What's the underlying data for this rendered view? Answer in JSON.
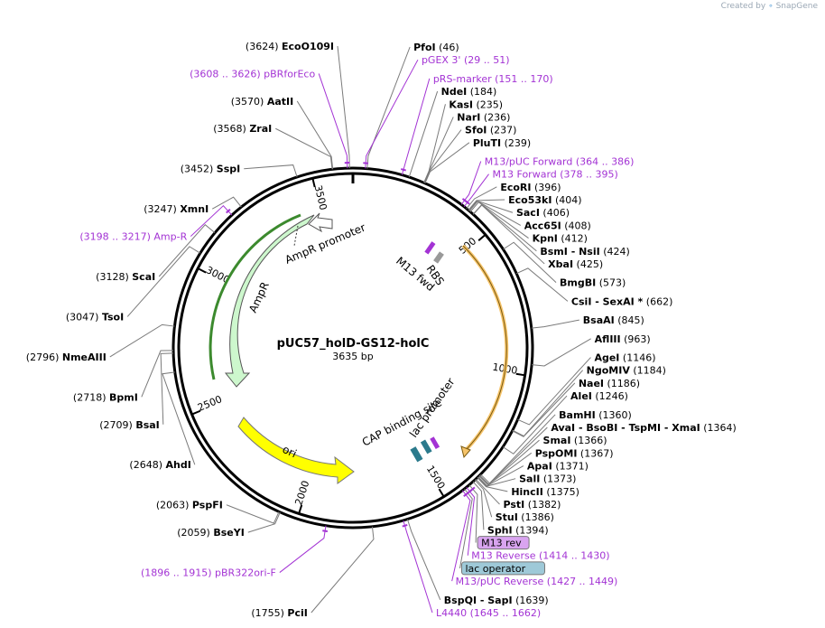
{
  "credit": {
    "prefix": "Created by",
    "brand": "SnapGene"
  },
  "plasmid": {
    "name": "pUC57_holD-GS12-holC",
    "length_label": "3635 bp",
    "length": 3635
  },
  "ticks": [
    "500",
    "1000",
    "1500",
    "2000",
    "2500",
    "3000",
    "3500"
  ],
  "features": {
    "ampr": "AmpR",
    "ampr_promoter": "AmpR promoter",
    "ori": "ori",
    "m13_fwd": "M13 fwd",
    "rbs": "RBS",
    "cap": "CAP binding site",
    "lac_promoter": "lac promoter"
  },
  "colors": {
    "ampr": "#cdf7cd",
    "ampr_stroke": "#3c8a2e",
    "ori": "#ffff00",
    "orf": "#f6c46a",
    "purple": "#a333d4",
    "lac_op": "#9ec9d8",
    "m13rev": "#d9a4f0"
  },
  "sites": [
    {
      "side": "l",
      "anchor": 3624,
      "pre": "(3624)",
      "name": "EcoO109I",
      "post": "",
      "color": "k"
    },
    {
      "side": "l",
      "anchor": 3617,
      "pre": "(3608 .. 3626)",
      "name": "pBRforEco",
      "post": "",
      "color": "p"
    },
    {
      "side": "l",
      "anchor": 3570,
      "pre": "(3570)",
      "name": "AatII",
      "post": "",
      "color": "k"
    },
    {
      "side": "l",
      "anchor": 3568,
      "pre": "(3568)",
      "name": "ZraI",
      "post": "",
      "color": "k"
    },
    {
      "side": "l",
      "anchor": 3452,
      "pre": "(3452)",
      "name": "SspI",
      "post": "",
      "color": "k"
    },
    {
      "side": "l",
      "anchor": 3247,
      "pre": "(3247)",
      "name": "XmnI",
      "post": "",
      "color": "k"
    },
    {
      "side": "l",
      "anchor": 3207,
      "pre": "(3198 .. 3217)",
      "name": "Amp-R",
      "post": "",
      "color": "p"
    },
    {
      "side": "l",
      "anchor": 3128,
      "pre": "(3128)",
      "name": "ScaI",
      "post": "",
      "color": "k"
    },
    {
      "side": "l",
      "anchor": 3047,
      "pre": "(3047)",
      "name": "TsoI",
      "post": "",
      "color": "k"
    },
    {
      "side": "l",
      "anchor": 2796,
      "pre": "(2796)",
      "name": "NmeAIII",
      "post": "",
      "color": "k"
    },
    {
      "side": "l",
      "anchor": 2718,
      "pre": "(2718)",
      "name": "BpmI",
      "post": "",
      "color": "k"
    },
    {
      "side": "l",
      "anchor": 2709,
      "pre": "(2709)",
      "name": "BsaI",
      "post": "",
      "color": "k"
    },
    {
      "side": "l",
      "anchor": 2648,
      "pre": "(2648)",
      "name": "AhdI",
      "post": "",
      "color": "k"
    },
    {
      "side": "l",
      "anchor": 2063,
      "pre": "(2063)",
      "name": "PspFI",
      "post": "",
      "color": "k"
    },
    {
      "side": "l",
      "anchor": 2059,
      "pre": "(2059)",
      "name": "BseYI",
      "post": "",
      "color": "k"
    },
    {
      "side": "l",
      "anchor": 1905,
      "pre": "(1896 .. 1915)",
      "name": "pBR322ori-F",
      "post": "",
      "color": "p"
    },
    {
      "side": "l",
      "anchor": 1755,
      "pre": "(1755)",
      "name": "PciI",
      "post": "",
      "color": "k"
    },
    {
      "side": "r",
      "anchor": 46,
      "pre": "",
      "name": "PfoI",
      "post": "(46)",
      "color": "k"
    },
    {
      "side": "r",
      "anchor": 40,
      "pre": "",
      "name": "pGEX 3'",
      "post": "(29 .. 51)",
      "color": "p"
    },
    {
      "side": "r",
      "anchor": 160,
      "pre": "",
      "name": "pRS-marker",
      "post": "(151 .. 170)",
      "color": "p"
    },
    {
      "side": "r",
      "anchor": 184,
      "pre": "",
      "name": "NdeI",
      "post": "(184)",
      "color": "k"
    },
    {
      "side": "r",
      "anchor": 235,
      "pre": "",
      "name": "KasI",
      "post": "(235)",
      "color": "k"
    },
    {
      "side": "r",
      "anchor": 236,
      "pre": "",
      "name": "NarI",
      "post": "(236)",
      "color": "k"
    },
    {
      "side": "r",
      "anchor": 237,
      "pre": "",
      "name": "SfoI",
      "post": "(237)",
      "color": "k"
    },
    {
      "side": "r",
      "anchor": 239,
      "pre": "",
      "name": "PluTI",
      "post": "(239)",
      "color": "k"
    },
    {
      "side": "r",
      "anchor": 375,
      "pre": "",
      "name": "M13/pUC Forward",
      "post": "(364 .. 386)",
      "color": "p"
    },
    {
      "side": "r",
      "anchor": 386,
      "pre": "",
      "name": "M13 Forward",
      "post": "(378 .. 395)",
      "color": "p"
    },
    {
      "side": "r",
      "anchor": 396,
      "pre": "",
      "name": "EcoRI",
      "post": "(396)",
      "color": "k"
    },
    {
      "side": "r",
      "anchor": 404,
      "pre": "",
      "name": "Eco53kI",
      "post": "(404)",
      "color": "k"
    },
    {
      "side": "r",
      "anchor": 406,
      "pre": "",
      "name": "SacI",
      "post": "(406)",
      "color": "k"
    },
    {
      "side": "r",
      "anchor": 408,
      "pre": "",
      "name": "Acc65I",
      "post": "(408)",
      "color": "k"
    },
    {
      "side": "r",
      "anchor": 412,
      "pre": "",
      "name": "KpnI",
      "post": "(412)",
      "color": "k"
    },
    {
      "side": "r",
      "anchor": 424,
      "pre": "",
      "name": "BsmI  - NsiI",
      "post": "(424)",
      "color": "k"
    },
    {
      "side": "r",
      "anchor": 425,
      "pre": "",
      "name": "XbaI",
      "post": "(425)",
      "color": "k"
    },
    {
      "side": "r",
      "anchor": 573,
      "pre": "",
      "name": "BmgBI",
      "post": "(573)",
      "color": "k"
    },
    {
      "side": "r",
      "anchor": 662,
      "pre": "",
      "name": "CsiI  - SexAI *",
      "post": "(662)",
      "color": "k"
    },
    {
      "side": "r",
      "anchor": 845,
      "pre": "",
      "name": "BsaAI",
      "post": "(845)",
      "color": "k"
    },
    {
      "side": "r",
      "anchor": 963,
      "pre": "",
      "name": "AflIII",
      "post": "(963)",
      "color": "k"
    },
    {
      "side": "r",
      "anchor": 1146,
      "pre": "",
      "name": "AgeI",
      "post": "(1146)",
      "color": "k"
    },
    {
      "side": "r",
      "anchor": 1184,
      "pre": "",
      "name": "NgoMIV",
      "post": "(1184)",
      "color": "k"
    },
    {
      "side": "r",
      "anchor": 1186,
      "pre": "",
      "name": "NaeI",
      "post": "(1186)",
      "color": "k"
    },
    {
      "side": "r",
      "anchor": 1246,
      "pre": "",
      "name": "AleI",
      "post": "(1246)",
      "color": "k"
    },
    {
      "side": "r",
      "anchor": 1360,
      "pre": "",
      "name": "BamHI",
      "post": "(1360)",
      "color": "k"
    },
    {
      "side": "r",
      "anchor": 1364,
      "pre": "",
      "name": "AvaI  - BsoBI  - TspMI  - XmaI",
      "post": "(1364)",
      "color": "k"
    },
    {
      "side": "r",
      "anchor": 1366,
      "pre": "",
      "name": "SmaI",
      "post": "(1366)",
      "color": "k"
    },
    {
      "side": "r",
      "anchor": 1367,
      "pre": "",
      "name": "PspOMI",
      "post": "(1367)",
      "color": "k"
    },
    {
      "side": "r",
      "anchor": 1371,
      "pre": "",
      "name": "ApaI",
      "post": "(1371)",
      "color": "k"
    },
    {
      "side": "r",
      "anchor": 1373,
      "pre": "",
      "name": "SalI",
      "post": "(1373)",
      "color": "k"
    },
    {
      "side": "r",
      "anchor": 1375,
      "pre": "",
      "name": "HincII",
      "post": "(1375)",
      "color": "k"
    },
    {
      "side": "r",
      "anchor": 1382,
      "pre": "",
      "name": "PstI",
      "post": "(1382)",
      "color": "k"
    },
    {
      "side": "r",
      "anchor": 1386,
      "pre": "",
      "name": "StuI",
      "post": "(1386)",
      "color": "k"
    },
    {
      "side": "r",
      "anchor": 1394,
      "pre": "",
      "name": "SphI",
      "post": "(1394)",
      "color": "k"
    },
    {
      "side": "r",
      "anchor": 1410,
      "pre": "",
      "name": "M13 rev",
      "post": "",
      "color": "box-p"
    },
    {
      "side": "r",
      "anchor": 1422,
      "pre": "",
      "name": "M13 Reverse",
      "post": "(1414 .. 1430)",
      "color": "p"
    },
    {
      "side": "r",
      "anchor": 1430,
      "pre": "",
      "name": "lac operator",
      "post": "",
      "color": "box-b"
    },
    {
      "side": "r",
      "anchor": 1438,
      "pre": "",
      "name": "M13/pUC Reverse",
      "post": "(1427 .. 1449)",
      "color": "p"
    },
    {
      "side": "r",
      "anchor": 1639,
      "pre": "",
      "name": "BspQI  - SapI",
      "post": "(1639)",
      "color": "k"
    },
    {
      "side": "r",
      "anchor": 1653,
      "pre": "",
      "name": "L4440",
      "post": "(1645 .. 1662)",
      "color": "p"
    }
  ]
}
